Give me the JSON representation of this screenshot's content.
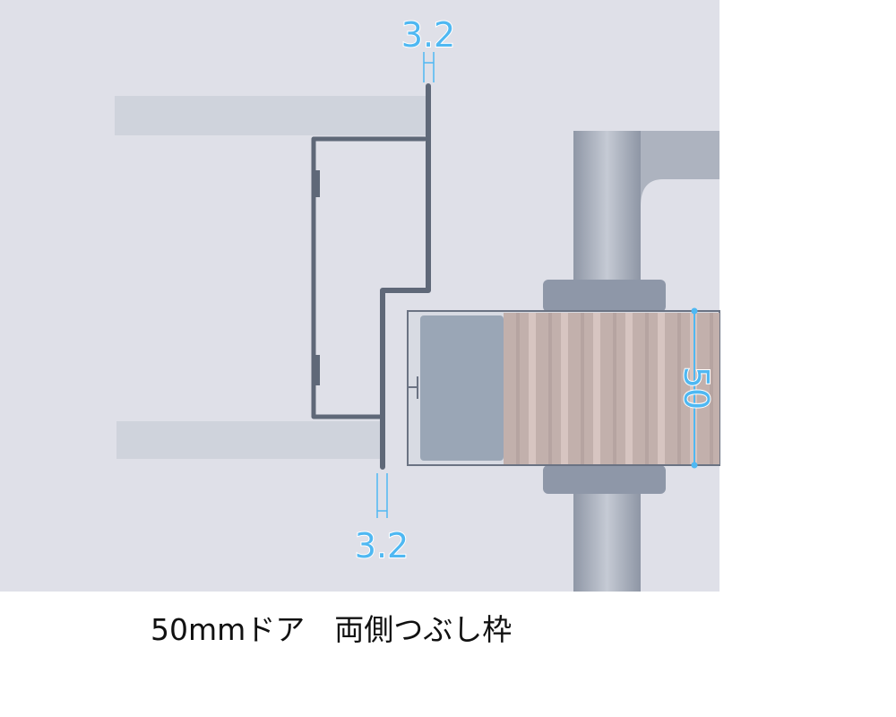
{
  "diagram": {
    "dimensions": {
      "top_frame_thickness": "3.2",
      "bottom_frame_thickness": "3.2",
      "door_thickness": "50"
    },
    "colors": {
      "background": "#dfe0e8",
      "frame": "#5f6878",
      "wall": "#cfd3dc",
      "door_core": "#c8b6b2",
      "door_edge": "#9aa6b6",
      "handle": "#a9b0bd",
      "dimension": "#4fb8f2"
    }
  },
  "caption": "50mmドア　両側つぶし枠"
}
